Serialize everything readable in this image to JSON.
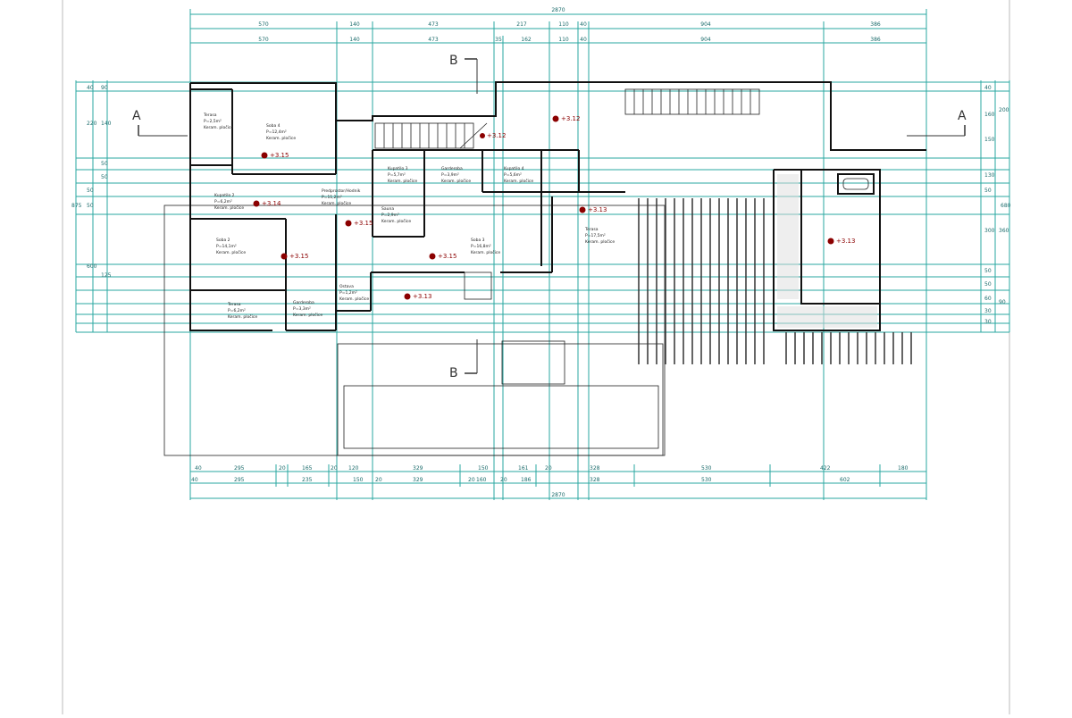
{
  "drawing": {
    "title": "Floor plan",
    "overall_width": "2870",
    "top_dims_row1": [
      "570",
      "140",
      "473",
      "217",
      "110",
      "40",
      "904",
      "386"
    ],
    "top_dims_row2": [
      "570",
      "140",
      "473",
      "35",
      "162",
      "110",
      "40",
      "904",
      "386"
    ],
    "bottom_dims_row1": [
      "40",
      "295",
      "20",
      "165",
      "20",
      "120",
      "329",
      "150",
      "161",
      "20",
      "328",
      "530",
      "422",
      "180"
    ],
    "bottom_dims_row2": [
      "40",
      "295",
      "235",
      "150",
      "20",
      "329",
      "20",
      "160",
      "20",
      "186",
      "328",
      "530",
      "602"
    ],
    "left_dims": [
      "40",
      "90",
      "220",
      "50",
      "50",
      "140",
      "50",
      "50",
      "875",
      "600",
      "125"
    ],
    "right_dims": [
      "40",
      "160",
      "200",
      "150",
      "130",
      "50",
      "300",
      "360",
      "50",
      "50",
      "60",
      "90",
      "30",
      "30",
      "680"
    ],
    "section_markers": [
      "A",
      "A",
      "B",
      "B"
    ],
    "rooms": [
      {
        "name": "Terasa",
        "area": "P=2,5m²",
        "floor": "Keram. pločice"
      },
      {
        "name": "Soba 4",
        "area": "P=12,4m²",
        "floor": "Keram. pločice"
      },
      {
        "name": "Kupatilo 2",
        "area": "P=6,2m²",
        "floor": "Keram. pločice"
      },
      {
        "name": "Predprostor/Hodnik",
        "area": "P=11,2m²",
        "floor": "Keram. pločice"
      },
      {
        "name": "Kupatilo 3",
        "area": "P=5,7m²",
        "floor": "Keram. pločice"
      },
      {
        "name": "Garderoba",
        "area": "P=3,9m²",
        "floor": "Keram. pločice"
      },
      {
        "name": "Kupatilo 4",
        "area": "P=5,6m²",
        "floor": "Keram. pločice"
      },
      {
        "name": "Sauna",
        "area": "P=2,9m²",
        "floor": "Keram. pločice"
      },
      {
        "name": "Soba 3",
        "area": "P=16,8m²",
        "floor": "Keram. pločice"
      },
      {
        "name": "Soba 2",
        "area": "P=14,1m²",
        "floor": "Keram. pločice"
      },
      {
        "name": "Terasa",
        "area": "P=17,5m²",
        "floor": "Keram. pločice"
      },
      {
        "name": "Ostava",
        "area": "P=1,2m²",
        "floor": "Keram. pločice"
      },
      {
        "name": "Garderoba",
        "area": "P=3,3m²",
        "floor": "Keram. pločice"
      },
      {
        "name": "Terasa",
        "area": "P=6,2m²",
        "floor": "Keram. pločice"
      }
    ],
    "levels": [
      "+3.15",
      "+3.14",
      "+3.15",
      "+3.15",
      "+3.15",
      "+3.13",
      "+3.13",
      "+3.13",
      "+3.12",
      "+3.12"
    ]
  },
  "colors": {
    "dimension": "#2aa7a0",
    "walls": "#111111",
    "level_marker": "#8b0000"
  }
}
